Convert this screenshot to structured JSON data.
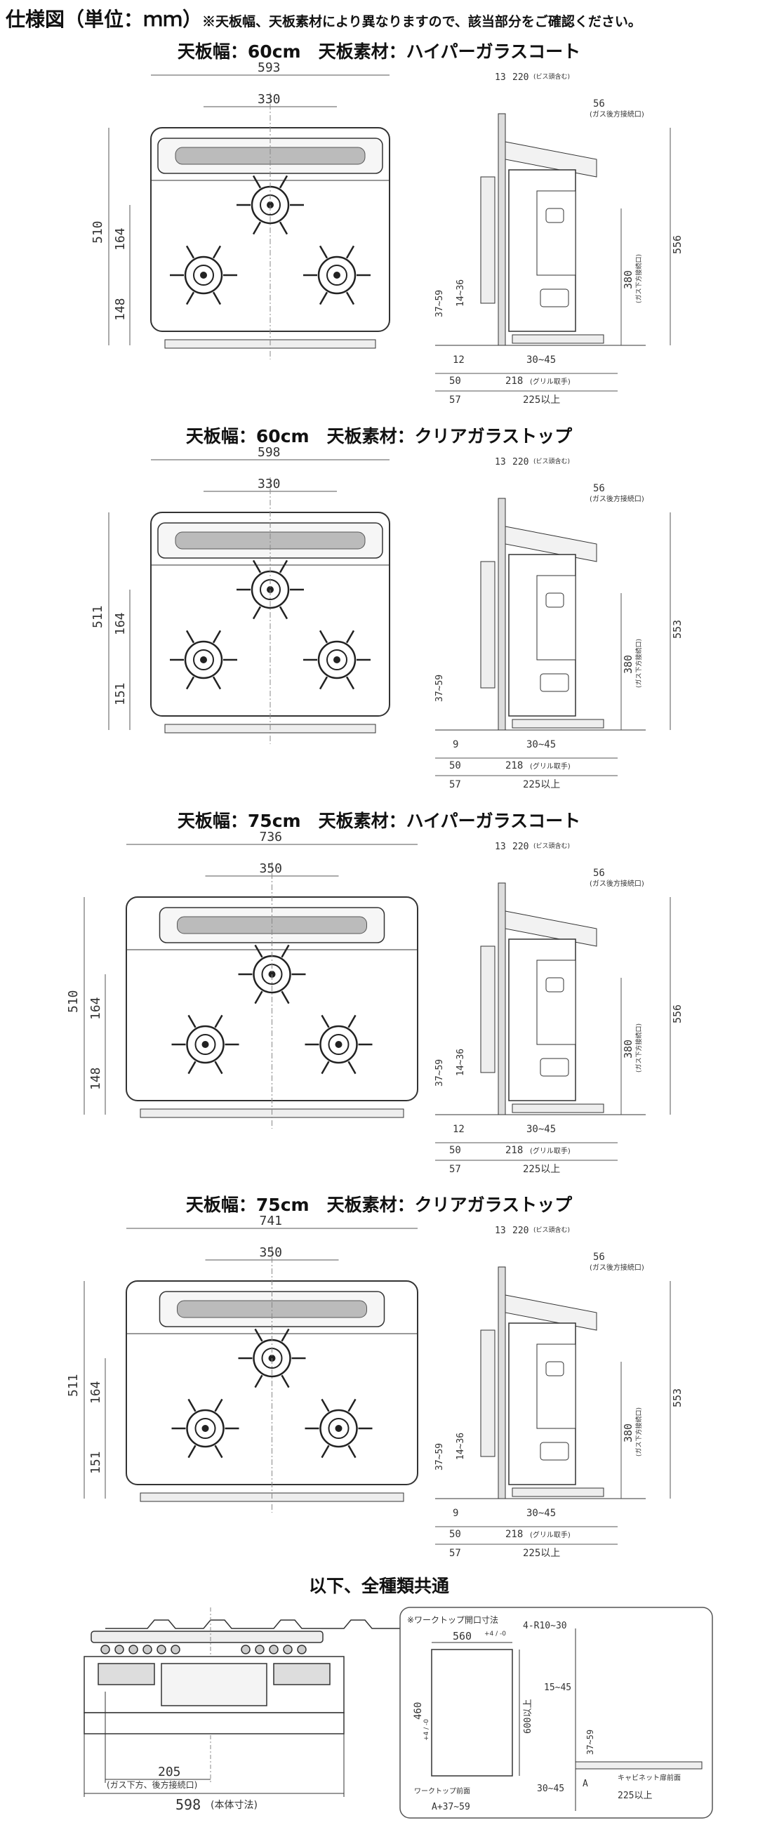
{
  "header": {
    "title": "仕様図（単位：ｍｍ）",
    "note": "※天板幅、天板素材により異なりますので、該当部分をご確認ください。"
  },
  "sections": [
    {
      "title": "天板幅：60cm　天板素材：ハイパーガラスコート",
      "top": {
        "width": "593",
        "burner_span": "330",
        "depth": "510",
        "rear_offset": "164",
        "front_offset": "148"
      },
      "side": {
        "d13": "13",
        "d220": "220",
        "d220_note": "(ビス頭含む)",
        "d56": "56",
        "d56_note": "(ガス後方接続口)",
        "height": "556",
        "gas_down": "380",
        "gas_down_note": "(ガス下方接続口)",
        "r1": "37~59",
        "r2": "14~36",
        "front_gap": "12",
        "range": "30~45",
        "b50": "50",
        "b218": "218",
        "b218_note": "(グリル取手)",
        "b57": "57",
        "b225": "225以上"
      }
    },
    {
      "title": "天板幅：60cm　天板素材：クリアガラストップ",
      "top": {
        "width": "598",
        "burner_span": "330",
        "depth": "511",
        "rear_offset": "164",
        "front_offset": "151"
      },
      "side": {
        "d13": "13",
        "d220": "220",
        "d220_note": "(ビス頭含む)",
        "d56": "56",
        "d56_note": "(ガス後方接続口)",
        "height": "553",
        "gas_down": "380",
        "gas_down_note": "(ガス下方接続口)",
        "r1": "37~59",
        "r2": "",
        "front_gap": "9",
        "range": "30~45",
        "b50": "50",
        "b218": "218",
        "b218_note": "(グリル取手)",
        "b57": "57",
        "b225": "225以上"
      }
    },
    {
      "title": "天板幅：75cm　天板素材：ハイパーガラスコート",
      "top": {
        "width": "736",
        "burner_span": "350",
        "depth": "510",
        "rear_offset": "164",
        "front_offset": "148"
      },
      "side": {
        "d13": "13",
        "d220": "220",
        "d220_note": "(ビス頭含む)",
        "d56": "56",
        "d56_note": "(ガス後方接続口)",
        "height": "556",
        "gas_down": "380",
        "gas_down_note": "(ガス下方接続口)",
        "r1": "37~59",
        "r2": "14~36",
        "front_gap": "12",
        "range": "30~45",
        "b50": "50",
        "b218": "218",
        "b218_note": "(グリル取手)",
        "b57": "57",
        "b225": "225以上"
      }
    },
    {
      "title": "天板幅：75cm　天板素材：クリアガラストップ",
      "top": {
        "width": "741",
        "burner_span": "350",
        "depth": "511",
        "rear_offset": "164",
        "front_offset": "151"
      },
      "side": {
        "d13": "13",
        "d220": "220",
        "d220_note": "(ビス頭含む)",
        "d56": "56",
        "d56_note": "(ガス後方接続口)",
        "height": "553",
        "gas_down": "380",
        "gas_down_note": "(ガス下方接続口)",
        "r1": "37~59",
        "r2": "14~36",
        "front_gap": "9",
        "range": "30~45",
        "b50": "50",
        "b218": "218",
        "b218_note": "(グリル取手)",
        "b57": "57",
        "b225": "225以上"
      }
    }
  ],
  "common": {
    "title": "以下、全種類共通",
    "front": {
      "d205": "205",
      "d205_note": "(ガス下方、後方接続口)",
      "width": "598",
      "width_note": "(本体寸法)"
    },
    "cutout": {
      "title": "※ワークトップ開口寸法",
      "w": "560",
      "w_tol": "+4 / -0",
      "corner": "4-R10~30",
      "h": "460",
      "h_tol": "+4 / -0",
      "d600": "600以上",
      "d15": "15~45",
      "d37": "37~59",
      "d30": "30~45",
      "d225": "225以上",
      "front_label": "ワークトップ前面",
      "front_dim": "A+37~59",
      "cabinet_label": "キャビネット扉前面",
      "a_label": "A"
    }
  }
}
